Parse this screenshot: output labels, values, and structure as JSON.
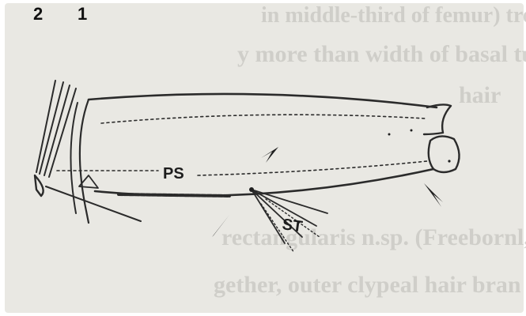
{
  "figure_numbers": [
    "2",
    "1"
  ],
  "background_text_lines": [
    "in middle-third of femur) tro",
    "y more than width of basal tu",
    "hair",
    "rectangularis n.sp. (Freebornl, p",
    "gether, outer clypeal hair bran"
  ],
  "labels": {
    "ps": "PS",
    "st": "ST"
  },
  "colors": {
    "paper": "#e9e8e3",
    "ink": "#2b2b2b",
    "bleed_text": "#c7c6c1"
  }
}
